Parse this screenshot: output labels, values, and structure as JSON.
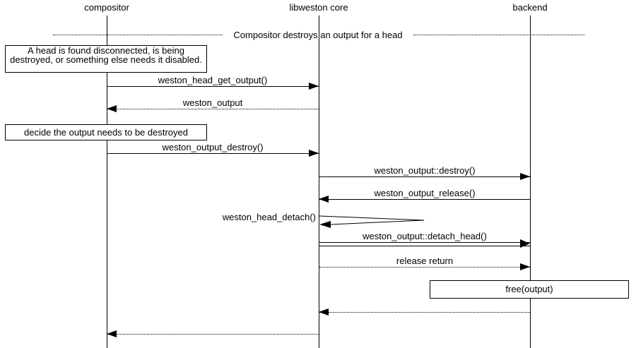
{
  "colors": {
    "ink": "#000000",
    "paper": "#ffffff"
  },
  "diagram": {
    "actors": [
      {
        "label": "compositor"
      },
      {
        "label": "libweston core"
      },
      {
        "label": "backend"
      }
    ],
    "divider": {
      "label": "Compositor destroys an output for a head"
    },
    "notes": {
      "head_disconnected": "A head is found disconnected, is being destroyed, or something else needs it disabled.",
      "decide_destroy": "decide the output needs to be destroyed",
      "free_output": "free(output)"
    },
    "messages": [
      {
        "label": "weston_head_get_output()",
        "from": "compositor",
        "to": "libweston core",
        "line": "solid"
      },
      {
        "label": "weston_output",
        "from": "libweston core",
        "to": "compositor",
        "line": "dotted"
      },
      {
        "label": "weston_output_destroy()",
        "from": "compositor",
        "to": "libweston core",
        "line": "solid"
      },
      {
        "label": "weston_output::destroy()",
        "from": "libweston core",
        "to": "backend",
        "line": "solid"
      },
      {
        "label": "weston_output_release()",
        "from": "backend",
        "to": "libweston core",
        "line": "solid"
      },
      {
        "label": "weston_head_detach()",
        "from": "libweston core",
        "to": "libweston core",
        "line": "self"
      },
      {
        "label": "weston_output::detach_head()",
        "from": "libweston core",
        "to": "backend",
        "line": "double"
      },
      {
        "label": "release return",
        "from": "libweston core",
        "to": "backend",
        "line": "dotted"
      },
      {
        "label": "",
        "from": "backend",
        "to": "libweston core",
        "line": "dotted"
      },
      {
        "label": "",
        "from": "libweston core",
        "to": "compositor",
        "line": "dotted"
      }
    ]
  }
}
